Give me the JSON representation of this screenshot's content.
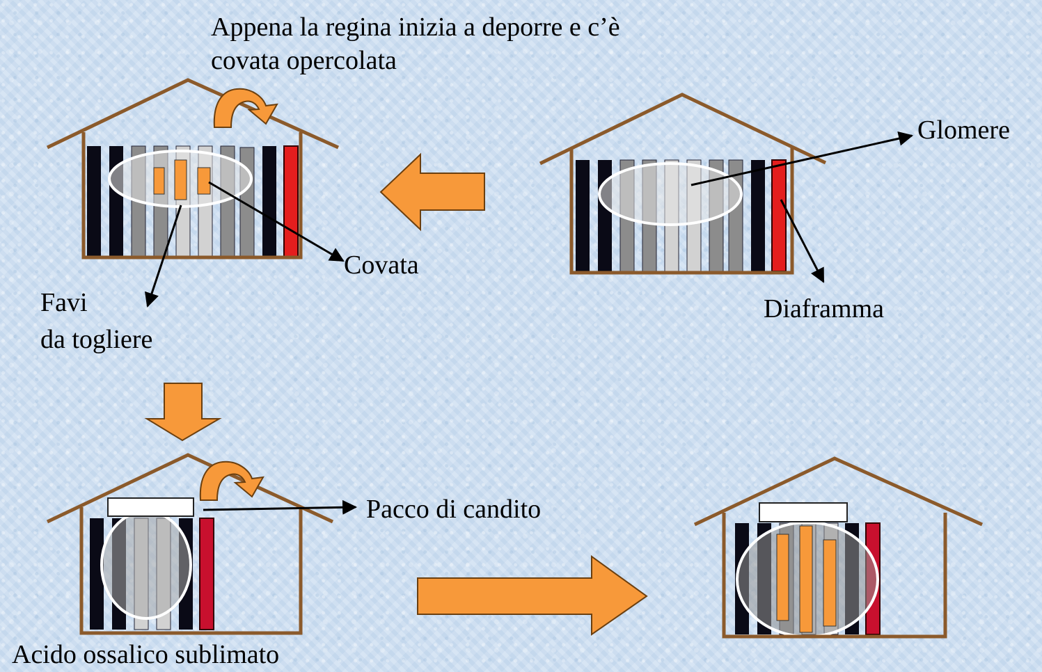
{
  "labels": {
    "top_note_line1": "Appena la regina inizia a deporre e c’è",
    "top_note_line2": "covata opercolata",
    "glomere": "Glomere",
    "covata": "Covata",
    "favi_line1": "Favi",
    "favi_line2": "da togliere",
    "diaframma": "Diaframma",
    "pacco": "Pacco di candito",
    "acido": "Acido ossalico sublimato"
  },
  "colors": {
    "roof": "#8b5a2b",
    "arrow": "#f7993a",
    "diaphragm": "#e41e1e",
    "comb_dark": "#0a0a16",
    "comb_grey": "#8c8c8c",
    "comb_light": "#d2d2d2"
  }
}
